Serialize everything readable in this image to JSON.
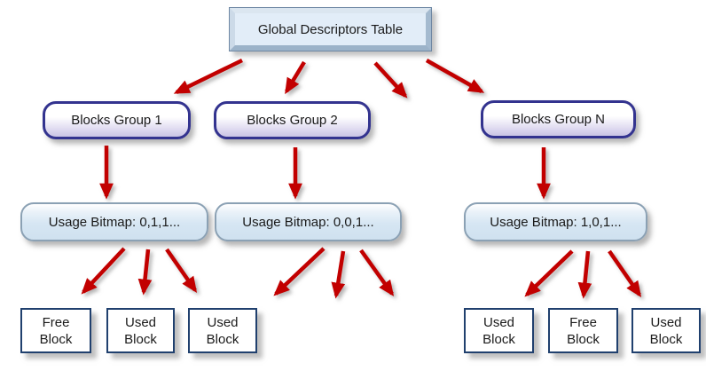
{
  "diagram": {
    "root": {
      "label": "Global Descriptors Table"
    },
    "groups": [
      {
        "label": "Blocks Group 1"
      },
      {
        "label": "Blocks Group 2"
      },
      {
        "label": "Blocks Group N"
      }
    ],
    "bitmaps": [
      {
        "label": "Usage Bitmap: 0,1,1..."
      },
      {
        "label": "Usage Bitmap: 0,0,1..."
      },
      {
        "label": "Usage Bitmap: 1,0,1..."
      }
    ],
    "blocks": [
      {
        "label": "Free Block"
      },
      {
        "label": "Used Block"
      },
      {
        "label": "Used Block"
      },
      {
        "label": "Used Block"
      },
      {
        "label": "Free Block"
      },
      {
        "label": "Used Block"
      }
    ],
    "colors": {
      "arrow": "#c20000",
      "group_border": "#33338f",
      "bitmap_border": "#8ba1b4",
      "block_border": "#20406e"
    }
  }
}
